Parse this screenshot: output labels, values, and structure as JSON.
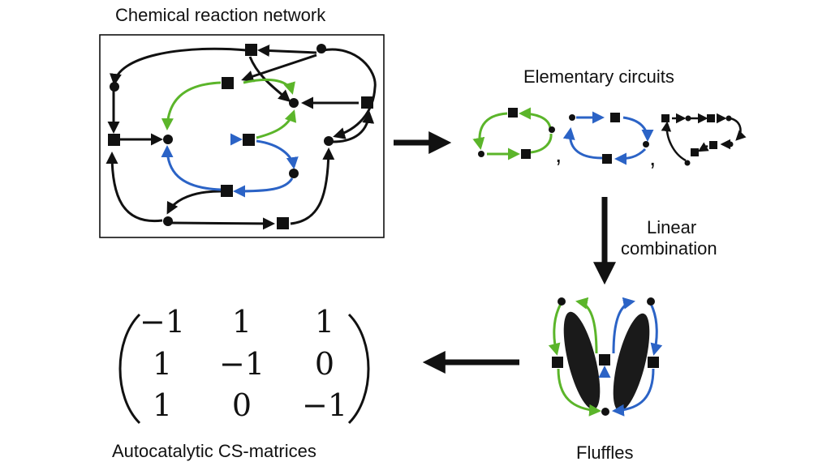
{
  "labels": {
    "crn": "Chemical reaction network",
    "elementary": "Elementary circuits",
    "linear_1": "Linear",
    "linear_2": "combination",
    "fluffles": "Fluffles",
    "cs": "Autocatalytic CS-matrices"
  },
  "separators": {
    "comma": ","
  },
  "matrix": [
    [
      "−1",
      "1",
      "1"
    ],
    [
      "1",
      "−1",
      "0"
    ],
    [
      "1",
      "0",
      "−1"
    ]
  ],
  "colors": {
    "ink": "#111111",
    "green": "#5bb52a",
    "blue": "#2b63c6",
    "blob": "#1a1a1a"
  }
}
